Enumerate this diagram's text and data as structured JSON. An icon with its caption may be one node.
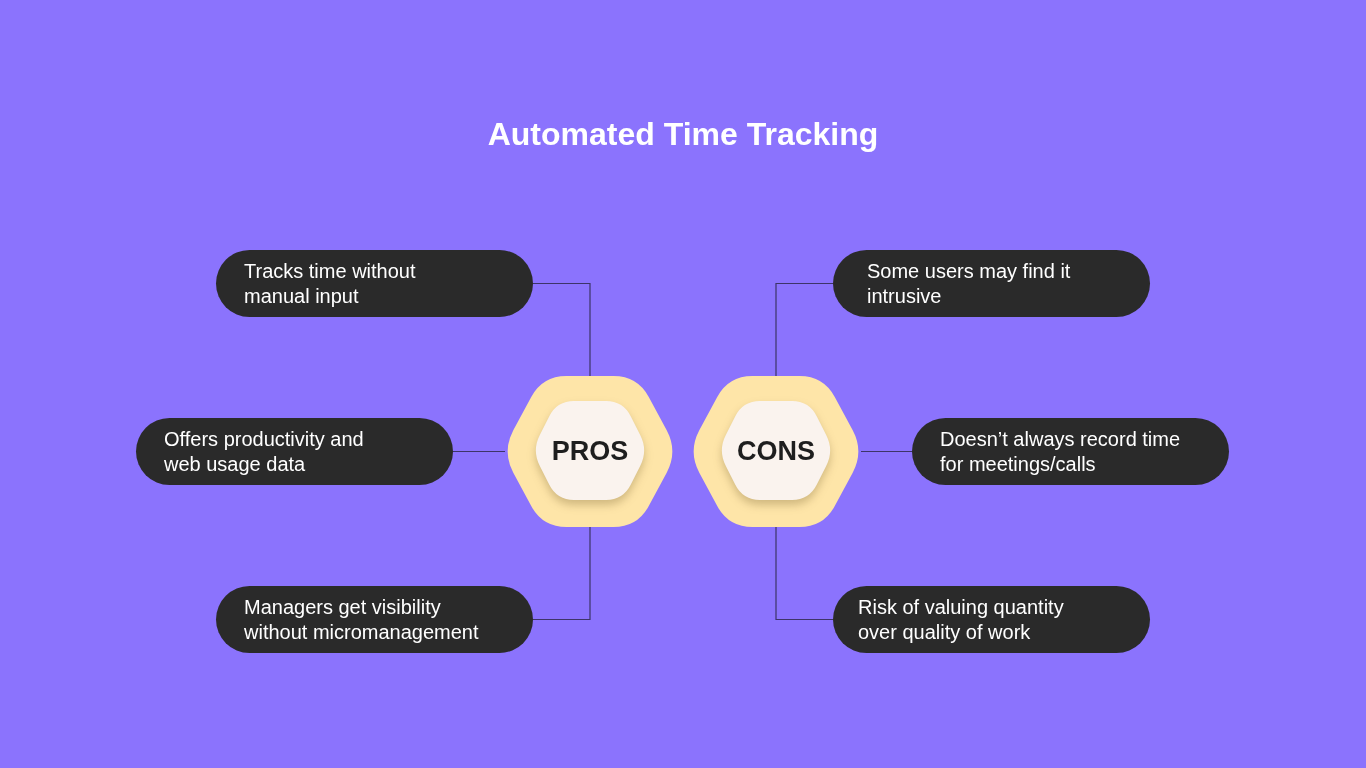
{
  "diagram": {
    "title": "Automated Time Tracking",
    "nodes": [
      {
        "text": [
          "Tracks time without manual input"
        ]
      },
      {
        "text": [
          "Offers productivity and web usage data"
        ]
      },
      {
        "text": [
          "Managers get visibility without micromanagement"
        ]
      },
      {
        "text": [],
        "shape": "hexagon"
      },
      {
        "text": [
          "PROS"
        ],
        "in": 3
      },
      {
        "text": [],
        "shape": "hexagon"
      },
      {
        "text": [
          "CONS"
        ],
        "in": 5
      },
      {
        "text": [
          "Some users may find it intrusive"
        ]
      },
      {
        "text": [
          "Doesn’t always record time for meetings/calls"
        ]
      },
      {
        "text": [
          "Risk of valuing quantity over quality of work"
        ]
      }
    ],
    "edges": [
      {
        "from": 3,
        "to": 0,
        "arrow": "none"
      },
      {
        "from": 3,
        "to": 1,
        "arrow": "none"
      },
      {
        "from": 3,
        "to": 2,
        "arrow": "none"
      },
      {
        "from": 5,
        "to": 7,
        "arrow": "none"
      },
      {
        "from": 5,
        "to": 8,
        "arrow": "none"
      },
      {
        "from": 5,
        "to": 9,
        "arrow": "none"
      }
    ]
  }
}
